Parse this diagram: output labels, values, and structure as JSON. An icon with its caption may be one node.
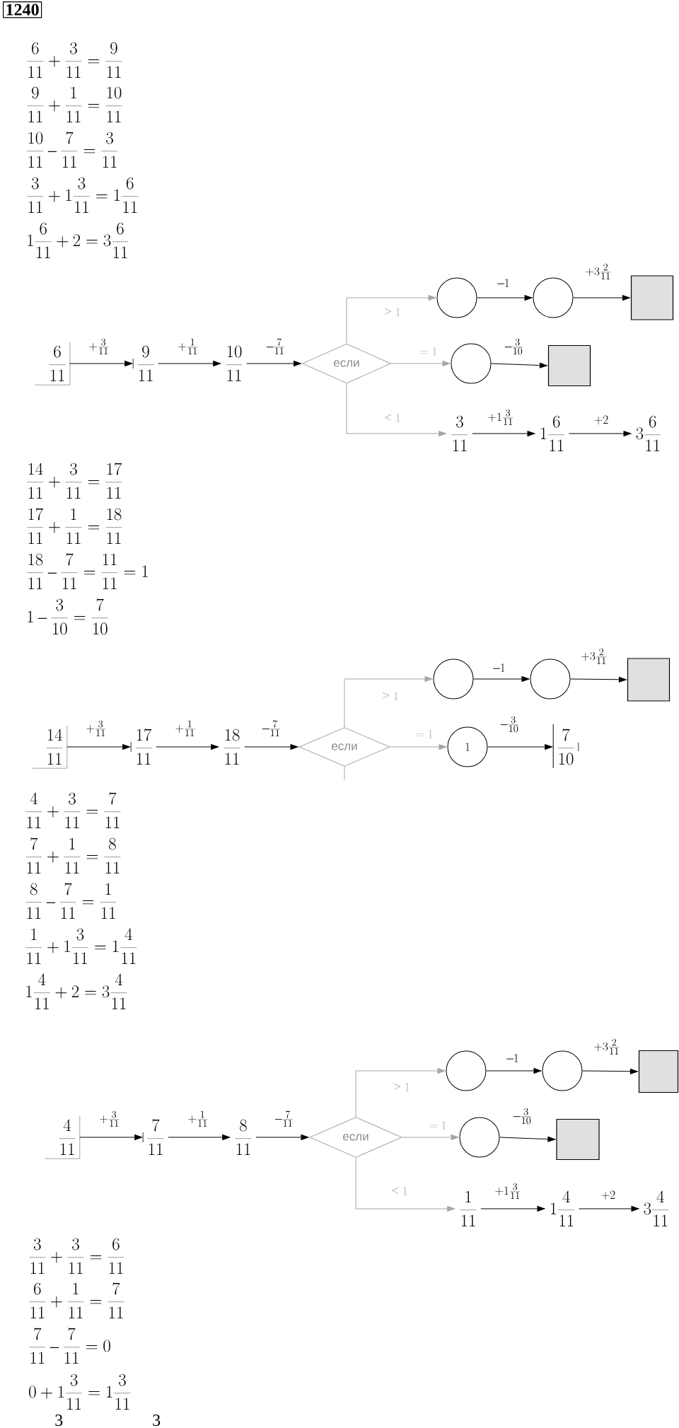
{
  "diagram": {
    "title": "1240",
    "nodes": [
      {
        "text": [
          "\\frac{6}{11}"
        ]
      },
      {
        "text": [
          "\\frac{9}{11}"
        ]
      },
      {
        "text": [
          "\\frac{10}{11}"
        ]
      },
      {
        "text": [
          "если"
        ]
      },
      {
        "text": [],
        "shape": "circle"
      },
      {
        "text": [],
        "shape": "circle"
      },
      {
        "text": [],
        "shape": "box"
      },
      {
        "text": [],
        "shape": "circle"
      },
      {
        "text": [],
        "shape": "box"
      },
      {
        "text": [
          "\\frac{3}{11}"
        ]
      },
      {
        "text": [
          "1\\frac{6}{11}"
        ]
      },
      {
        "text": [
          "3\\frac{6}{11}"
        ]
      },
      {
        "text": [
          "\\frac{14}{11}"
        ]
      },
      {
        "text": [
          "\\frac{17}{11}"
        ]
      },
      {
        "text": [
          "\\frac{18}{11}"
        ]
      },
      {
        "text": [
          "если"
        ]
      },
      {
        "text": [],
        "shape": "circle"
      },
      {
        "text": [],
        "shape": "circle"
      },
      {
        "text": [],
        "shape": "box"
      },
      {
        "text": [
          "1"
        ]
      },
      {
        "text": [
          "\\frac{7}{10}"
        ]
      },
      {
        "text": [
          "\\frac{4}{11}"
        ]
      },
      {
        "text": [
          "\\frac{7}{11}"
        ]
      },
      {
        "text": [
          "\\frac{8}{11}"
        ]
      },
      {
        "text": [
          "если"
        ]
      },
      {
        "text": [],
        "shape": "circle"
      },
      {
        "text": [],
        "shape": "circle"
      },
      {
        "text": [],
        "shape": "box"
      },
      {
        "text": [],
        "shape": "circle"
      },
      {
        "text": [],
        "shape": "box"
      },
      {
        "text": [
          "\\frac{1}{11}"
        ]
      },
      {
        "text": [
          "1\\frac{4}{11}"
        ]
      },
      {
        "text": [
          "3\\frac{4}{11}"
        ]
      }
    ],
    "edges": [
      {
        "from": 0,
        "to": 1,
        "arrow": "to",
        "label": "+\\frac{3}{11}"
      },
      {
        "from": 1,
        "to": 2,
        "arrow": "to",
        "label": "+\\frac{1}{11}"
      },
      {
        "from": 2,
        "to": 3,
        "arrow": "to",
        "label": "-\\frac{7}{11}"
      },
      {
        "from": 3,
        "to": 4,
        "arrow": "to",
        "label": ">1",
        "color": "#a6a6a6"
      },
      {
        "from": 4,
        "to": 5,
        "arrow": "to",
        "label": "-1"
      },
      {
        "from": 5,
        "to": 6,
        "arrow": "to",
        "label": "+3\\frac{2}{11}"
      },
      {
        "from": 3,
        "to": 7,
        "arrow": "to",
        "label": "=1",
        "color": "#a6a6a6"
      },
      {
        "from": 7,
        "to": 8,
        "arrow": "to",
        "label": "-\\frac{3}{10}"
      },
      {
        "from": 3,
        "to": 9,
        "arrow": "to",
        "label": "<1",
        "color": "#a6a6a6"
      },
      {
        "from": 9,
        "to": 10,
        "arrow": "to",
        "label": "+1\\frac{3}{11}"
      },
      {
        "from": 10,
        "to": 11,
        "arrow": "to",
        "label": "+2"
      },
      {
        "from": 12,
        "to": 13,
        "arrow": "to",
        "label": "+\\frac{3}{11}"
      },
      {
        "from": 13,
        "to": 14,
        "arrow": "to",
        "label": "+\\frac{1}{11}"
      },
      {
        "from": 14,
        "to": 15,
        "arrow": "to",
        "label": "-\\frac{7}{11}"
      },
      {
        "from": 15,
        "to": 16,
        "arrow": "to",
        "label": ">1",
        "color": "#a6a6a6"
      },
      {
        "from": 16,
        "to": 17,
        "arrow": "to",
        "label": "-1"
      },
      {
        "from": 17,
        "to": 18,
        "arrow": "to",
        "label": "+3\\frac{2}{11}"
      },
      {
        "from": 15,
        "to": 19,
        "arrow": "to",
        "label": "=1",
        "color": "#a6a6a6"
      },
      {
        "from": 19,
        "to": 20,
        "arrow": "to",
        "label": "-\\frac{3}{10}"
      },
      {
        "from": 15,
        "to": null,
        "arrow": "none",
        "color": "#a6a6a6"
      },
      {
        "from": 21,
        "to": 22,
        "arrow": "to",
        "label": "+\\frac{3}{11}"
      },
      {
        "from": 22,
        "to": 23,
        "arrow": "to",
        "label": "+\\frac{1}{11}"
      },
      {
        "from": 23,
        "to": 24,
        "arrow": "to",
        "label": "-\\frac{7}{11}"
      },
      {
        "from": 24,
        "to": 25,
        "arrow": "to",
        "label": ">1",
        "color": "#a6a6a6"
      },
      {
        "from": 25,
        "to": 26,
        "arrow": "to",
        "label": "-1"
      },
      {
        "from": 26,
        "to": 27,
        "arrow": "to",
        "label": "+3\\frac{2}{11}"
      },
      {
        "from": 24,
        "to": 28,
        "arrow": "to",
        "label": "=1",
        "color": "#a6a6a6"
      },
      {
        "from": 28,
        "to": 29,
        "arrow": "to",
        "label": "-\\frac{3}{10}"
      },
      {
        "from": 24,
        "to": 30,
        "arrow": "to",
        "label": "<1",
        "color": "#a6a6a6"
      },
      {
        "from": 30,
        "to": 31,
        "arrow": "to",
        "label": "+1\\frac{3}{11}"
      },
      {
        "from": 31,
        "to": 32,
        "arrow": "to",
        "label": "+2"
      }
    ],
    "labels": [
      "\\frac{6}{11}+\\frac{3}{11}=\\frac{9}{11}",
      "\\frac{9}{11}+\\frac{1}{11}=\\frac{10}{11}",
      "\\frac{10}{11}-\\frac{7}{11}=\\frac{3}{11}",
      "\\frac{3}{11}+1\\frac{3}{11}=1\\frac{6}{11}",
      "1\\frac{6}{11}+2=3\\frac{6}{11}",
      "\\frac{14}{11}+\\frac{3}{11}=\\frac{17}{11}",
      "\\frac{17}{11}+\\frac{1}{11}=\\frac{18}{11}",
      "\\frac{18}{11}-\\frac{7}{11}=\\frac{11}{11}=1",
      "1-\\frac{3}{10}=\\frac{7}{10}",
      "\\frac{4}{11}+\\frac{3}{11}=\\frac{7}{11}",
      "\\frac{7}{11}+\\frac{1}{11}=\\frac{8}{11}",
      "\\frac{8}{11}-\\frac{7}{11}=\\frac{1}{11}",
      "\\frac{1}{11}+1\\frac{3}{11}=1\\frac{4}{11}",
      "1\\frac{4}{11}+2=3\\frac{4}{11}",
      "\\frac{3}{11}+\\frac{3}{11}=\\frac{6}{11}",
      "\\frac{6}{11}+\\frac{1}{11}=\\frac{7}{11}",
      "\\frac{7}{11}-\\frac{7}{11}=0",
      "0+1\\frac{3}{11}=1\\frac{3}{11}",
      "3",
      "3"
    ]
  }
}
